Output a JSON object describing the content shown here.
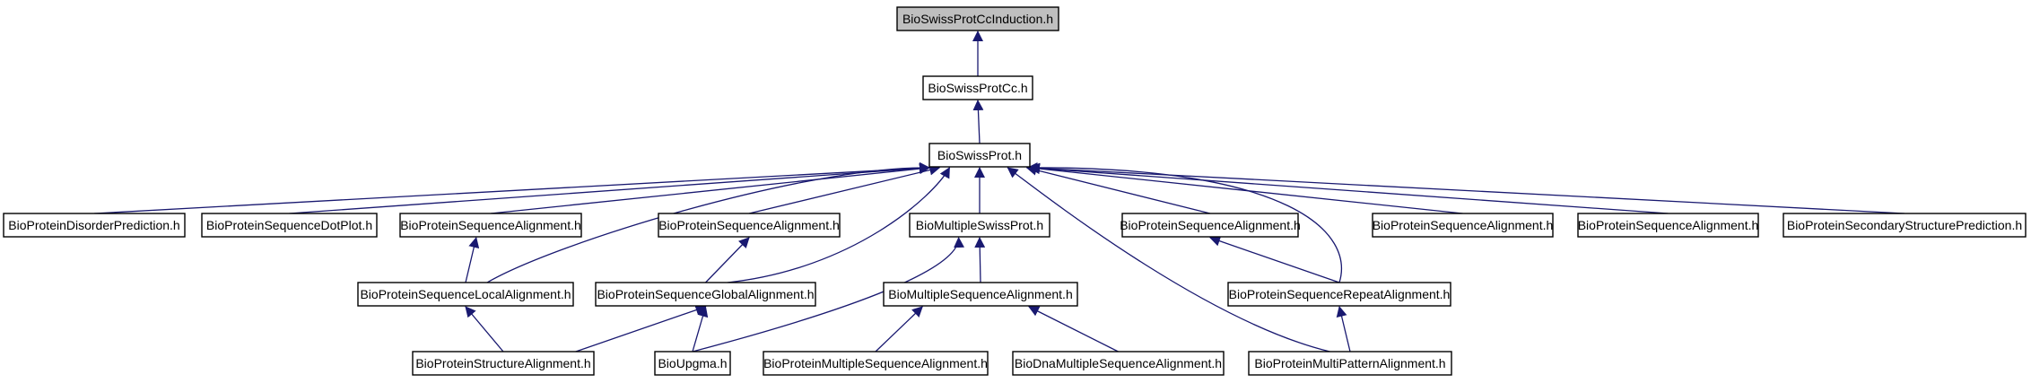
{
  "colors": {
    "edge": "#191970",
    "node_border": "#000000",
    "node_fill": "#ffffff",
    "root_fill": "#bfbfbf",
    "background": "#ffffff"
  },
  "nodes": [
    {
      "id": "n0",
      "label": "BioSwissProtCcInduction.h",
      "root": true
    },
    {
      "id": "n1",
      "label": "BioSwissProtCc.h"
    },
    {
      "id": "n2",
      "label": "BioSwissProt.h"
    },
    {
      "id": "n3",
      "label": "BioProteinDisorderPrediction.h"
    },
    {
      "id": "n4",
      "label": "BioProteinSequenceDotPlot.h"
    },
    {
      "id": "n5",
      "label": "BioProteinSequenceAlignment.h"
    },
    {
      "id": "n6",
      "label": "BioProteinSequenceAlignment.h"
    },
    {
      "id": "n7",
      "label": "BioMultipleSwissProt.h"
    },
    {
      "id": "n8",
      "label": "BioProteinSequenceAlignment.h"
    },
    {
      "id": "n9",
      "label": "BioProteinSequenceAlignment.h"
    },
    {
      "id": "n10",
      "label": "BioProteinSequenceAlignment.h"
    },
    {
      "id": "n11",
      "label": "BioProteinSecondaryStructurePrediction.h"
    },
    {
      "id": "n12",
      "label": "BioProteinSequenceLocalAlignment.h"
    },
    {
      "id": "n13",
      "label": "BioProteinSequenceGlobalAlignment.h"
    },
    {
      "id": "n14",
      "label": "BioMultipleSequenceAlignment.h"
    },
    {
      "id": "n15",
      "label": "BioProteinSequenceRepeatAlignment.h"
    },
    {
      "id": "n16",
      "label": "BioProteinStructureAlignment.h"
    },
    {
      "id": "n17",
      "label": "BioUpgma.h"
    },
    {
      "id": "n18",
      "label": "BioProteinMultipleSequenceAlignment.h"
    },
    {
      "id": "n19",
      "label": "BioDnaMultipleSequenceAlignment.h"
    },
    {
      "id": "n20",
      "label": "BioProteinMultiPatternAlignment.h"
    }
  ],
  "edges": [
    {
      "from": "n1",
      "to": "n0"
    },
    {
      "from": "n2",
      "to": "n1"
    },
    {
      "from": "n3",
      "to": "n2"
    },
    {
      "from": "n4",
      "to": "n2"
    },
    {
      "from": "n5",
      "to": "n2"
    },
    {
      "from": "n6",
      "to": "n2"
    },
    {
      "from": "n7",
      "to": "n2"
    },
    {
      "from": "n8",
      "to": "n2"
    },
    {
      "from": "n9",
      "to": "n2"
    },
    {
      "from": "n10",
      "to": "n2"
    },
    {
      "from": "n11",
      "to": "n2"
    },
    {
      "from": "n12",
      "to": "n2"
    },
    {
      "from": "n13",
      "to": "n2"
    },
    {
      "from": "n15",
      "to": "n2"
    },
    {
      "from": "n20",
      "to": "n2"
    },
    {
      "from": "n12",
      "to": "n5"
    },
    {
      "from": "n13",
      "to": "n6"
    },
    {
      "from": "n14",
      "to": "n7"
    },
    {
      "from": "n17",
      "to": "n7"
    },
    {
      "from": "n15",
      "to": "n8"
    },
    {
      "from": "n16",
      "to": "n12"
    },
    {
      "from": "n16",
      "to": "n13"
    },
    {
      "from": "n17",
      "to": "n13"
    },
    {
      "from": "n18",
      "to": "n14"
    },
    {
      "from": "n19",
      "to": "n14"
    },
    {
      "from": "n20",
      "to": "n15"
    }
  ]
}
